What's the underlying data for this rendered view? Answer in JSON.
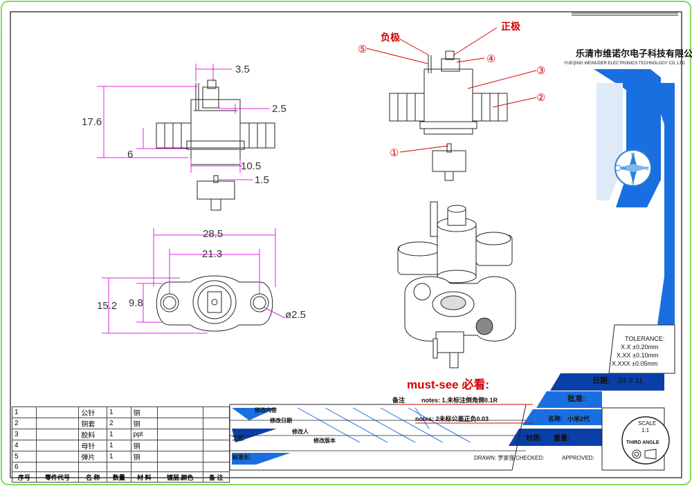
{
  "colors": {
    "frame_green": "#7ed957",
    "blue": "#1a6fe0",
    "dark_blue": "#0a3fa8",
    "red": "#d40000",
    "line": "#222"
  },
  "dimensions": {
    "d35": "3.5",
    "d176": "17.6",
    "d25": "2.5",
    "d6": "6",
    "d105": "10.5",
    "d15": "1.5",
    "d285": "28.5",
    "d213": "21.3",
    "d152": "15.2",
    "d98": "9.8",
    "dia25": "ø2.5"
  },
  "callouts": {
    "neg": "负极",
    "pos": "正极",
    "c1": "①",
    "c2": "②",
    "c3": "③",
    "c4": "④",
    "c5": "⑤"
  },
  "company": {
    "cn": "乐清市维诺尔电子科技有限公司",
    "en": "YUEQING WEINUDER ELECTRONICS TECHNOLOGY CO.,LTD"
  },
  "compass": {
    "n": "N",
    "e": "E",
    "s": "S",
    "w": "W"
  },
  "tolerance": {
    "title": "TOLERANCE:",
    "l1": "X.X  ±0.20mm",
    "l2": "X.XX  ±0.10mm",
    "l3": "X.XXX  ±0.05mm"
  },
  "mustsee": "must-see 必看:",
  "notes": {
    "label": "备注",
    "n1": "notes: 1.未标注倒角倒0.1R",
    "n2": "notes: 2未标公差正负0.03"
  },
  "title_block": {
    "date_label": "日期:",
    "date_value": "24 5 11",
    "approve_label": "批准:",
    "name_label": "名称:",
    "name_value": "小米2代",
    "material_label": "材质:",
    "weight_label": "重量:",
    "drawn": "DRAWN: 罗家强",
    "checked": "CHECKED:",
    "approved": "APPROVED:",
    "scale_title": "SCALE",
    "scale_value": "1:1",
    "third_angle": "THIRD ANGLE"
  },
  "revision": {
    "content": "修改内容",
    "date": "修改日期",
    "person": "修改人",
    "process": "工艺:",
    "version": "修改版本",
    "standard": "标准化:"
  },
  "bom": {
    "headers": [
      "序号",
      "零件代号",
      "名 称",
      "数量",
      "材 料",
      "镀层.颜色",
      "备 注"
    ],
    "rows": [
      [
        "1",
        "",
        "公针",
        "1",
        "铜",
        "",
        ""
      ],
      [
        "2",
        "",
        "铜套",
        "2",
        "铜",
        "",
        ""
      ],
      [
        "3",
        "",
        "胶料",
        "1",
        "ppt",
        "",
        ""
      ],
      [
        "4",
        "",
        "母针",
        "1",
        "铜",
        "",
        ""
      ],
      [
        "5",
        "",
        "弹片",
        "1",
        "铜",
        "",
        ""
      ],
      [
        "6",
        "",
        "",
        "",
        "",
        "",
        ""
      ]
    ]
  }
}
